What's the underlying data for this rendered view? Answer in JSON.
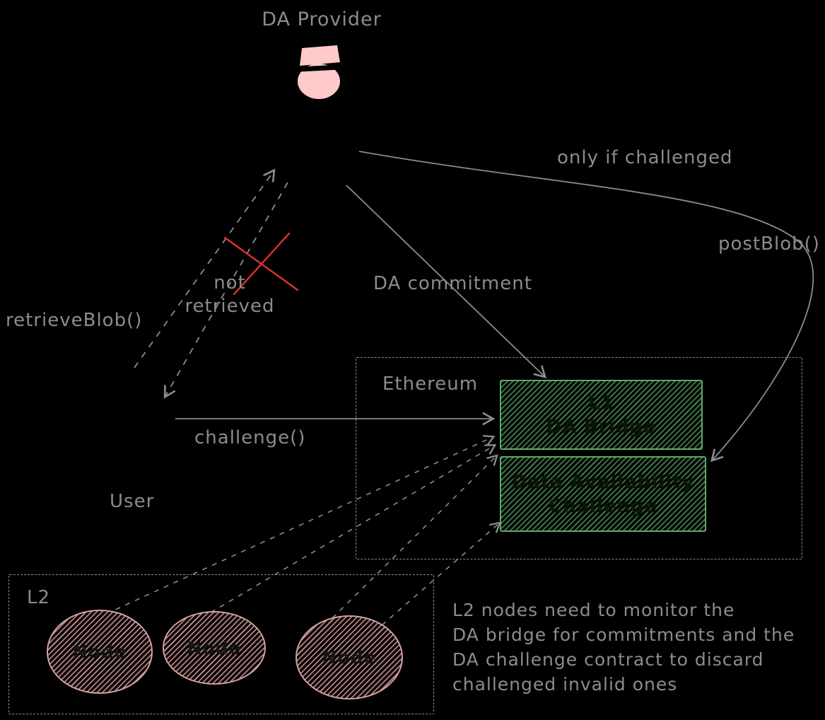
{
  "provider": {
    "label": "DA Provider"
  },
  "labels": {
    "only_if_challenged": "only if challenged",
    "post_blob": "postBlob()",
    "retrieve_blob": "retrieveBlob()",
    "not_retrieved": [
      "not",
      "retrieved"
    ],
    "da_commitment": "DA commitment",
    "challenge": "challenge()",
    "user": "User"
  },
  "ethereum": {
    "label": "Ethereum",
    "bridge_box": {
      "line1": "L1",
      "line2": "DA Bridge"
    },
    "challenge_box": {
      "line1": "Data Availability",
      "line2": "Challenge"
    }
  },
  "l2": {
    "label": "L2",
    "nodes": [
      {
        "label": "Node"
      },
      {
        "label": "Node"
      },
      {
        "label": "Node"
      }
    ]
  },
  "note": {
    "lines": [
      "L2 nodes need to monitor the",
      "DA bridge for commitments and the",
      "DA challenge contract to discard",
      "challenged invalid ones"
    ]
  },
  "colors": {
    "background": "#000000",
    "stroke_gray": "#8c8c8c",
    "green": "#41804a",
    "pink": "#ffc9c9",
    "red": "#e03131"
  }
}
